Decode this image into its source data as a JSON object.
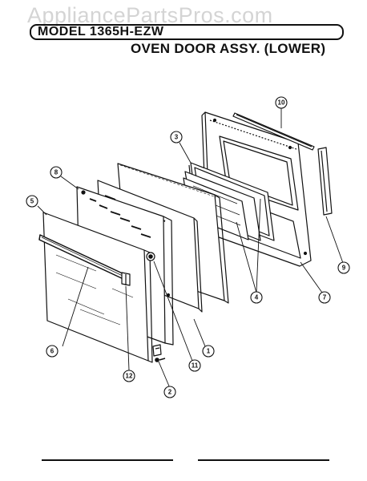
{
  "watermark": "AppliancePartsPros.com",
  "header": {
    "model_label": "MODEL 1365H-EZW",
    "title": "OVEN DOOR ASSY. (LOWER)"
  },
  "callouts": [
    {
      "id": "callout-1",
      "label": "1"
    },
    {
      "id": "callout-2",
      "label": "2"
    },
    {
      "id": "callout-3",
      "label": "3"
    },
    {
      "id": "callout-4",
      "label": "4"
    },
    {
      "id": "callout-5",
      "label": "5"
    },
    {
      "id": "callout-6",
      "label": "6"
    },
    {
      "id": "callout-7",
      "label": "7"
    },
    {
      "id": "callout-8",
      "label": "8"
    },
    {
      "id": "callout-9",
      "label": "9"
    },
    {
      "id": "callout-10",
      "label": "10"
    },
    {
      "id": "callout-11",
      "label": "11"
    },
    {
      "id": "callout-12",
      "label": "12"
    }
  ]
}
